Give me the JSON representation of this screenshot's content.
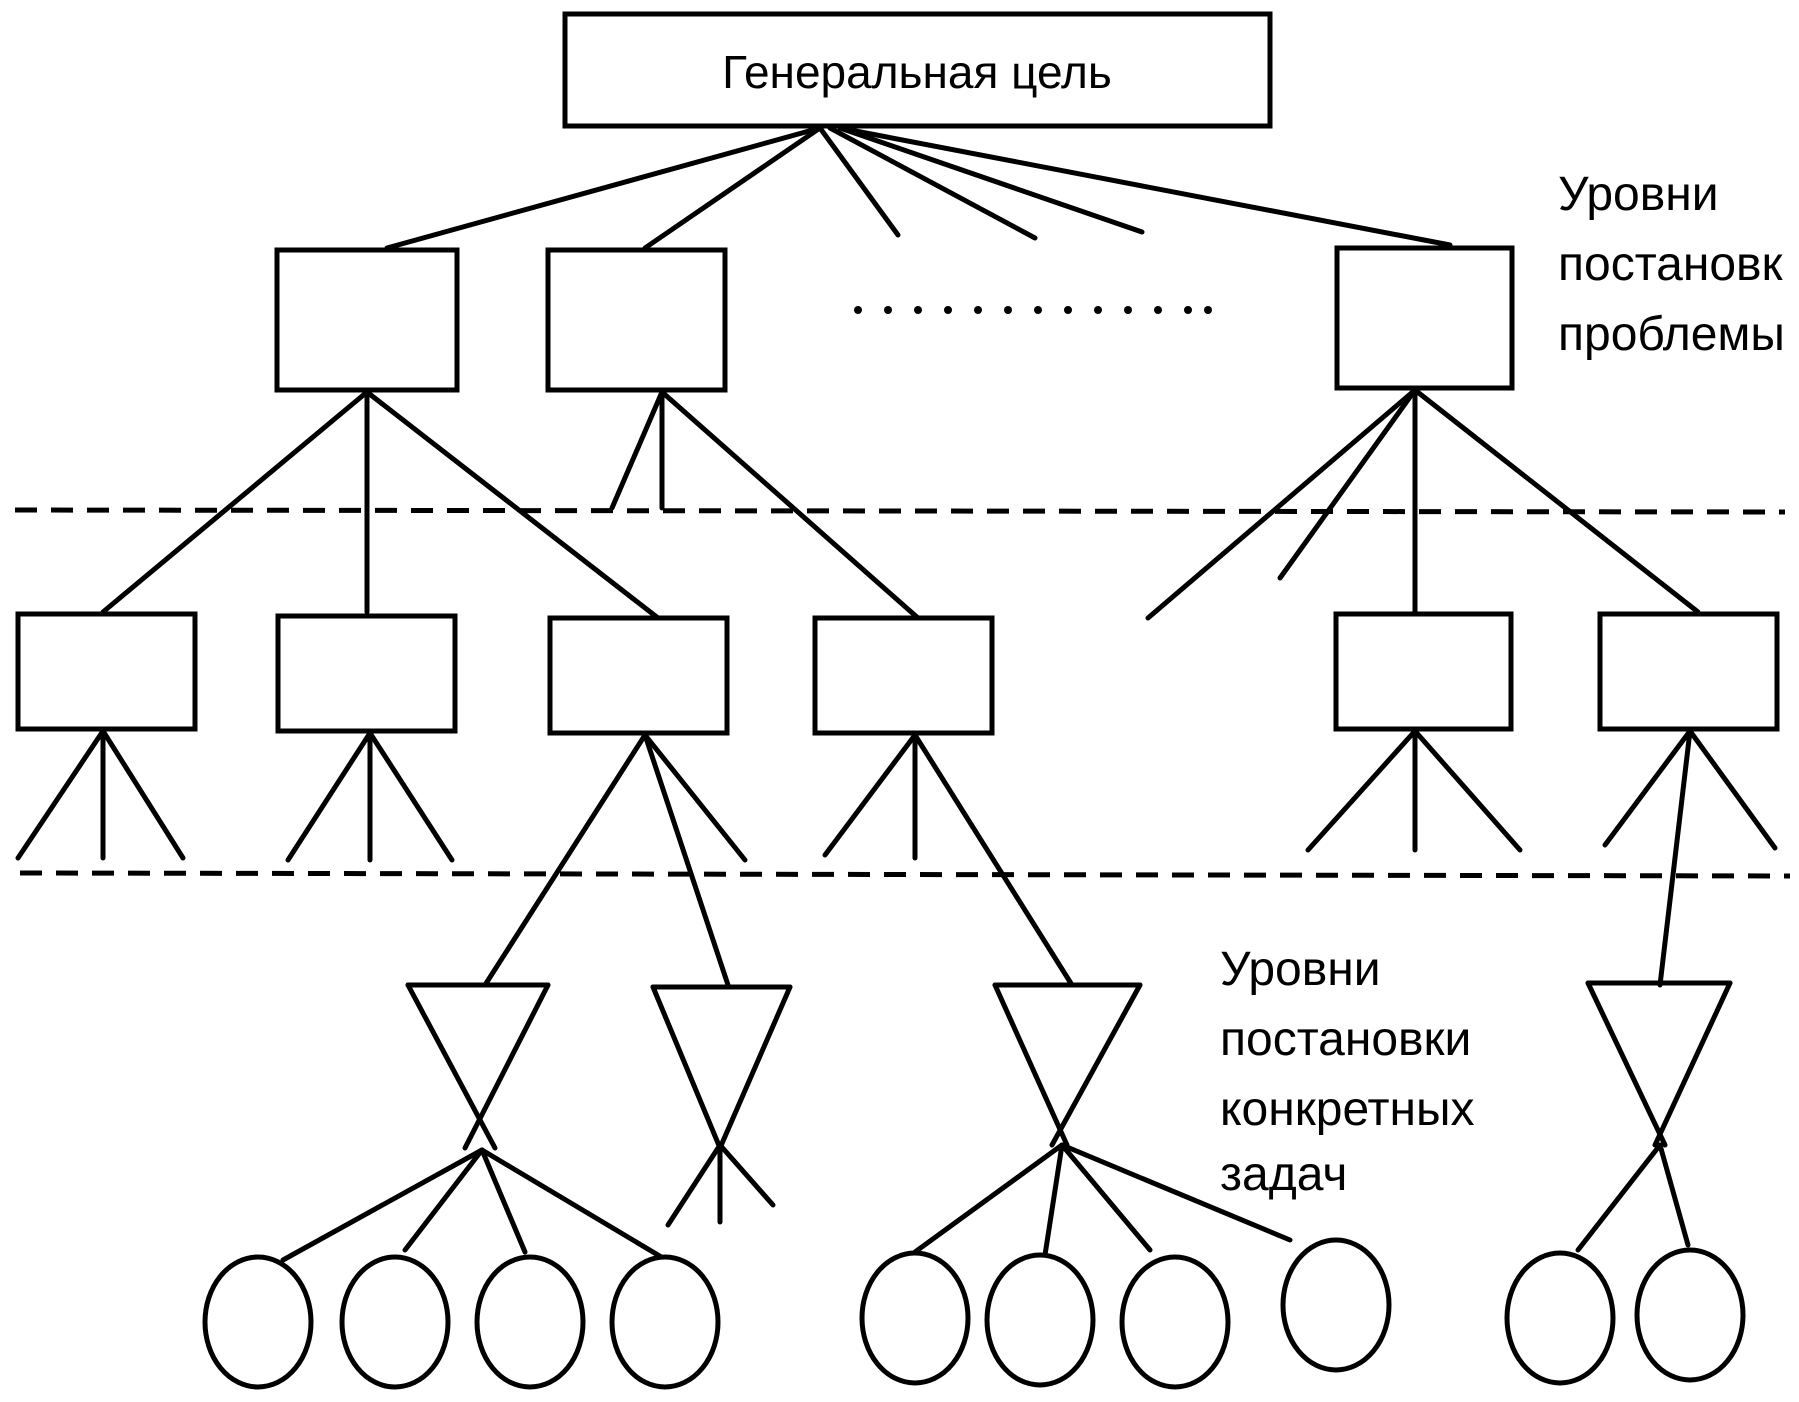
{
  "root_label": "Генеральная цель",
  "label_problem": [
    "Уровни",
    "постановк",
    "проблемы"
  ],
  "label_tasks": [
    "Уровни",
    "постановки",
    "конкретных",
    "задач"
  ],
  "colors": {
    "stroke": "#000000",
    "background": "#ffffff"
  }
}
